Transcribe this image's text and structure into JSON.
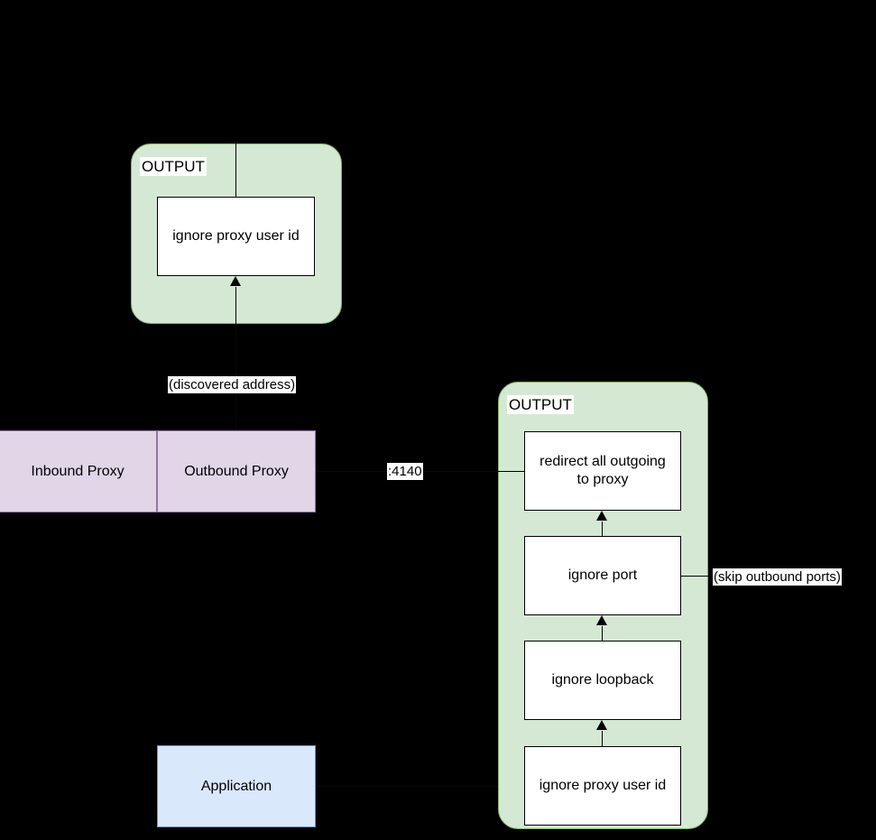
{
  "diagram": {
    "background_color": "#000000",
    "colors": {
      "group_fill": "#d5e8d4",
      "group_stroke": "#82b366",
      "node_fill": "#ffffff",
      "node_stroke": "#000000",
      "proxy_fill": "#e1d5e7",
      "proxy_stroke": "#9673a6",
      "app_fill": "#dae8fc",
      "app_stroke": "#6c8ebf"
    },
    "groups": [
      {
        "id": "inbound-output-group",
        "label": "OUTPUT"
      },
      {
        "id": "outbound-output-group",
        "label": "OUTPUT"
      }
    ],
    "nodes": {
      "top_chain_rule": "ignore proxy user id",
      "inbound_proxy": "Inbound Proxy",
      "outbound_proxy": "Outbound Proxy",
      "application": "Application",
      "redirect_all_outgoing": "redirect all outgoing\nto proxy",
      "redirect_all_outgoing_line1": "redirect all outgoing",
      "redirect_all_outgoing_line2": "to proxy",
      "ignore_port": "ignore port",
      "ignore_loopback": "ignore loopback",
      "ignore_proxy_user_id": "ignore proxy user id"
    },
    "edge_labels": {
      "discovered_address": "(discovered address)",
      "proxy_port": ":4140",
      "skip_outbound_ports": "(skip outbound ports)"
    }
  }
}
